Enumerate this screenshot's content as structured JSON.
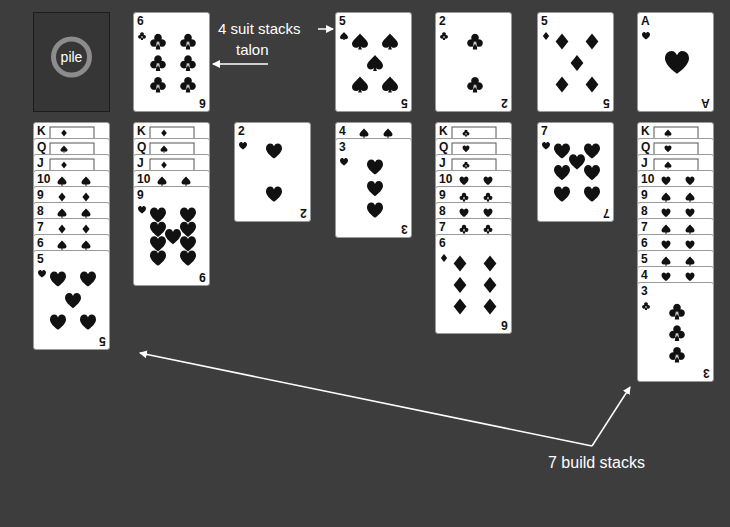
{
  "diagram": {
    "nodes": [
      {
        "text": [
          "pile"
        ]
      },
      {
        "text": [
          "6",
          "6"
        ]
      },
      {
        "text": [
          "5",
          "5"
        ]
      },
      {
        "text": [
          "2",
          "2"
        ]
      },
      {
        "text": [
          "5",
          "5"
        ]
      },
      {
        "text": [
          "A",
          "A"
        ]
      },
      {
        "text": [
          "K"
        ]
      },
      {
        "text": [
          "Q"
        ]
      },
      {
        "text": [
          "J"
        ]
      },
      {
        "text": [
          "10"
        ]
      },
      {
        "text": [
          "9"
        ]
      },
      {
        "text": [
          "8"
        ]
      },
      {
        "text": [
          "7"
        ]
      },
      {
        "text": [
          "6"
        ]
      },
      {
        "text": [
          "5",
          "5"
        ]
      },
      {
        "text": [
          "K"
        ]
      },
      {
        "text": [
          "Q"
        ]
      },
      {
        "text": [
          "J"
        ]
      },
      {
        "text": [
          "10"
        ]
      },
      {
        "text": [
          "9",
          "9"
        ]
      },
      {
        "text": [
          "2",
          "2"
        ]
      },
      {
        "text": [
          "4"
        ]
      },
      {
        "text": [
          "3",
          "3"
        ]
      },
      {
        "text": [
          "K"
        ]
      },
      {
        "text": [
          "Q"
        ]
      },
      {
        "text": [
          "J"
        ]
      },
      {
        "text": [
          "10"
        ]
      },
      {
        "text": [
          "9"
        ]
      },
      {
        "text": [
          "8"
        ]
      },
      {
        "text": [
          "7"
        ]
      },
      {
        "text": [
          "6",
          "6"
        ]
      },
      {
        "text": [
          "7",
          "7"
        ]
      },
      {
        "text": [
          "K"
        ]
      },
      {
        "text": [
          "Q"
        ]
      },
      {
        "text": [
          "J"
        ]
      },
      {
        "text": [
          "10"
        ]
      },
      {
        "text": [
          "9"
        ]
      },
      {
        "text": [
          "8"
        ]
      },
      {
        "text": [
          "7"
        ]
      },
      {
        "text": [
          "6"
        ]
      },
      {
        "text": [
          "5"
        ]
      },
      {
        "text": [
          "4"
        ]
      },
      {
        "text": [
          "3",
          "3"
        ]
      }
    ],
    "labels": [
      "4 suit stacks",
      "talon",
      "7 build stacks"
    ]
  }
}
